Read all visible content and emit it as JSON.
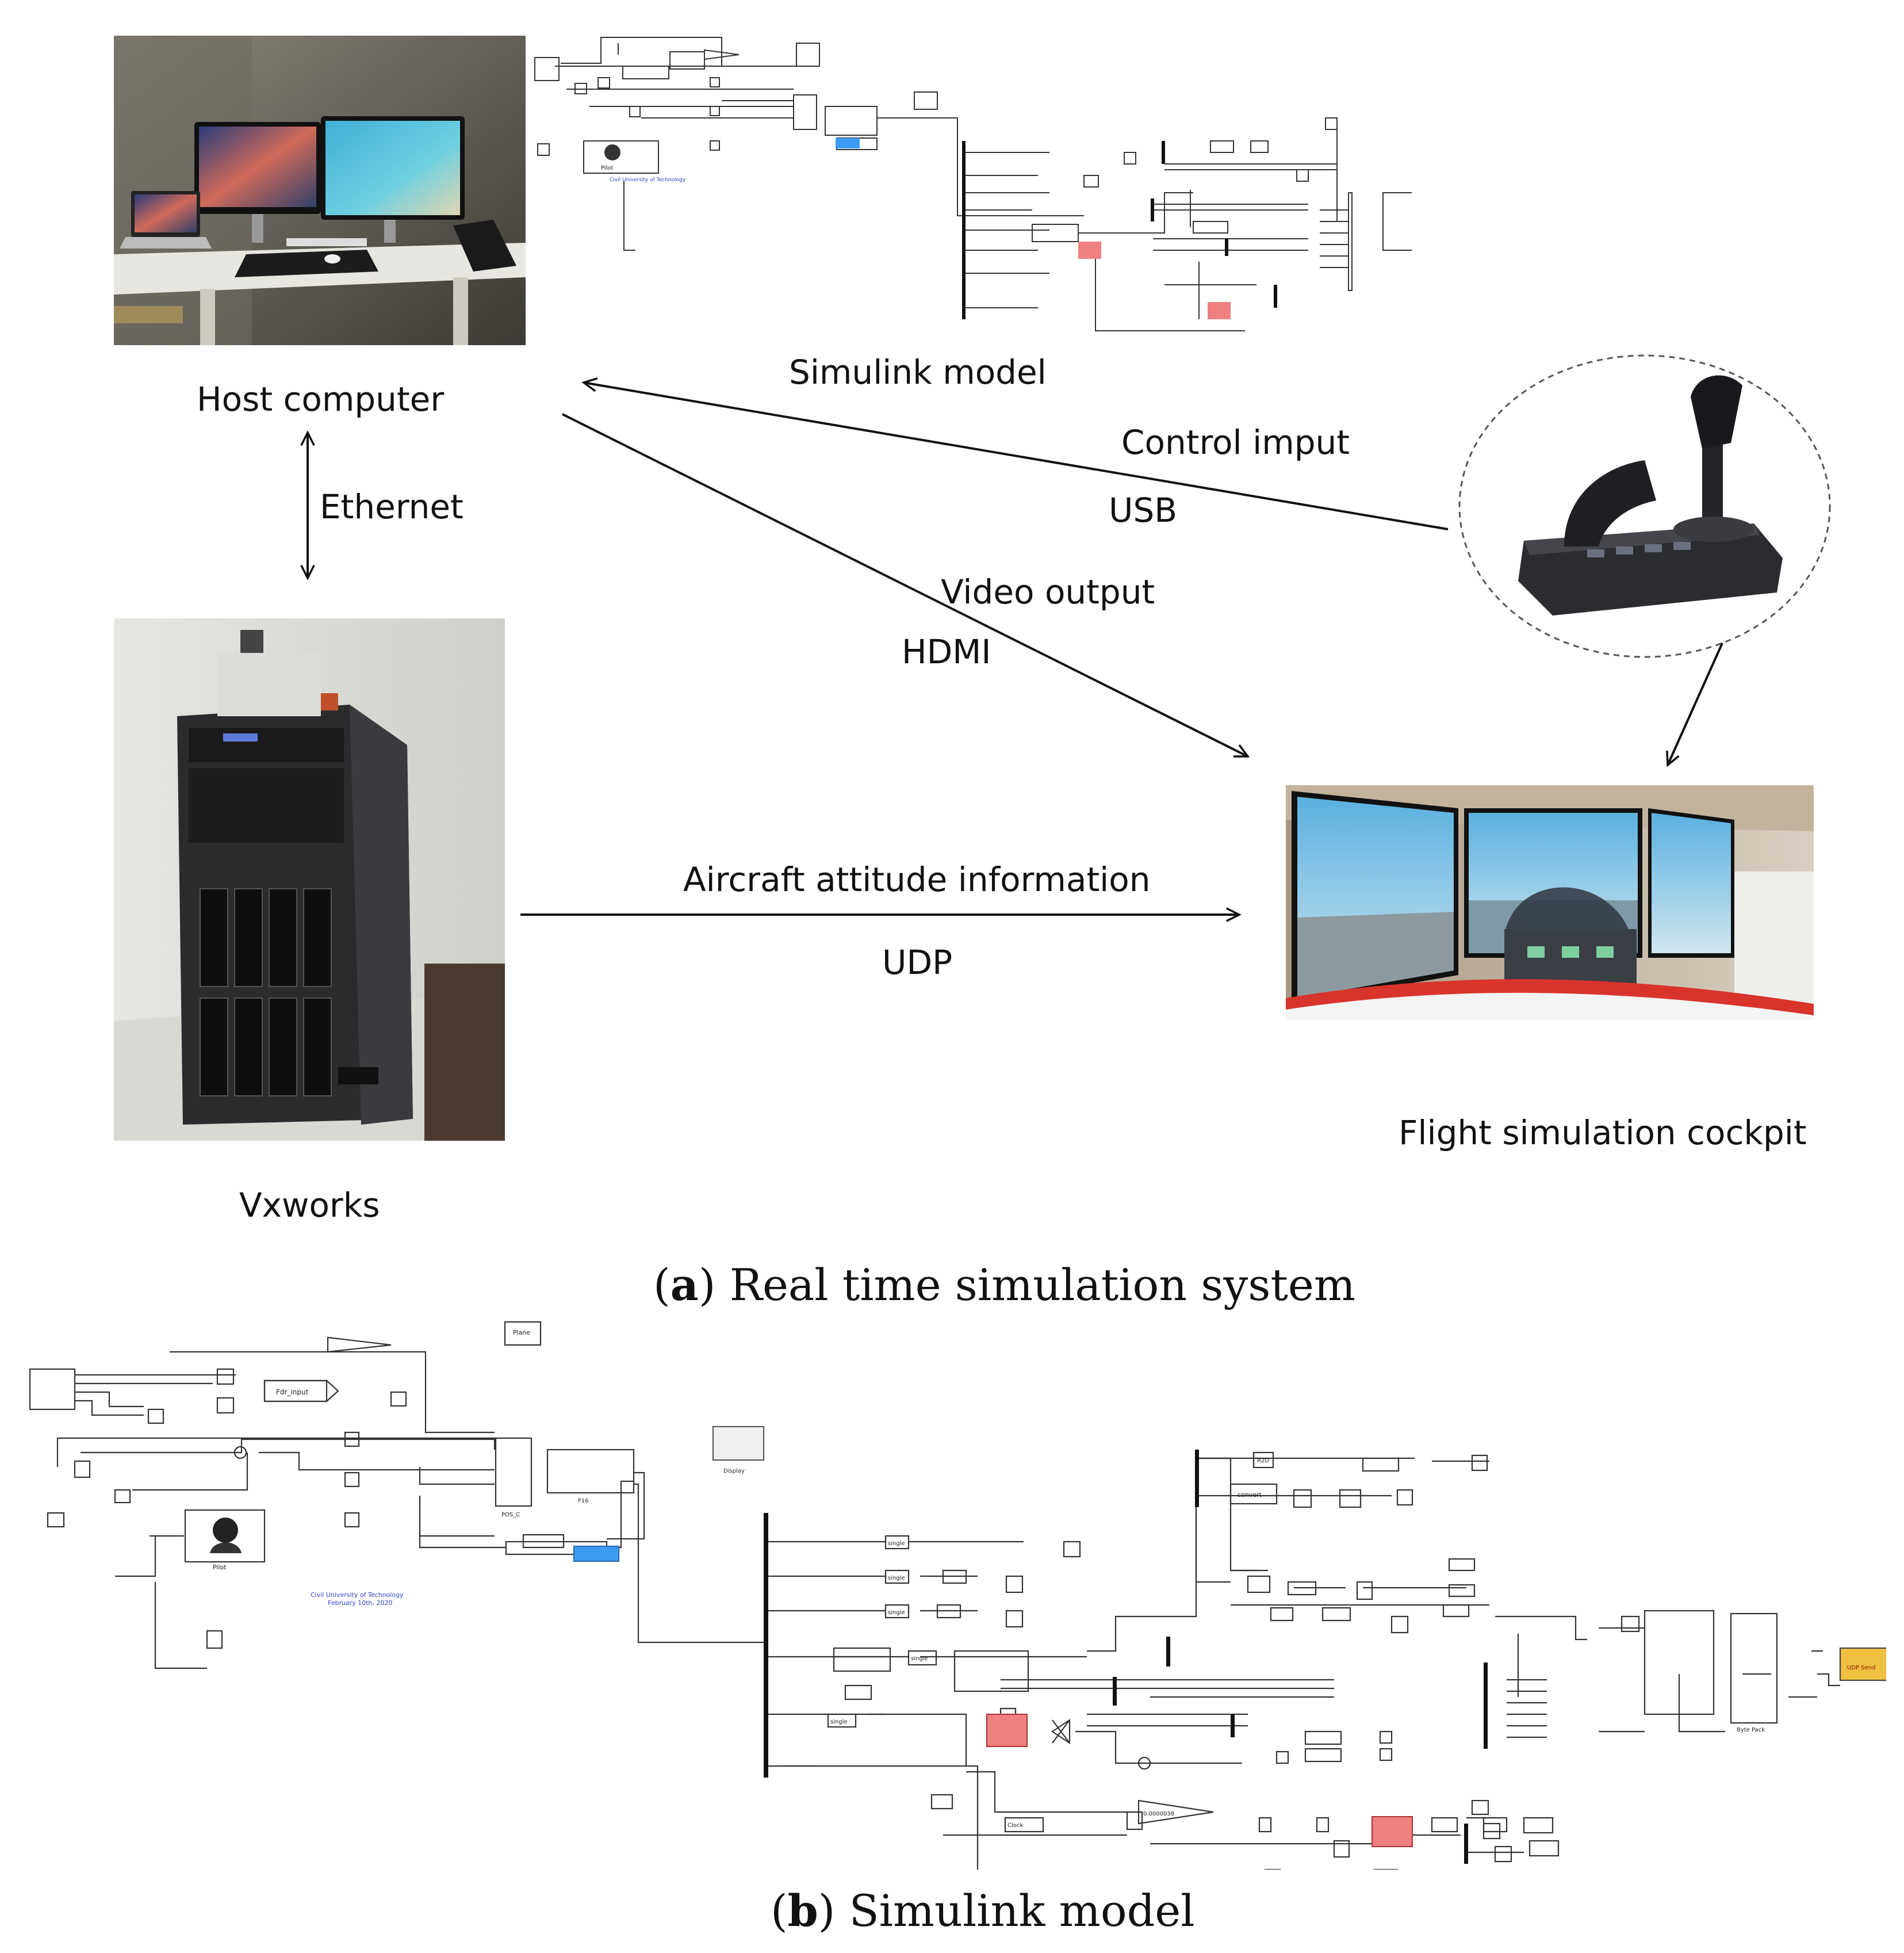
{
  "labels": {
    "host_computer": "Host computer",
    "simulink_model": "Simulink model",
    "ethernet": "Ethernet",
    "control_input": "Control imput",
    "usb": "USB",
    "video_output": "Video output",
    "hdmi": "HDMI",
    "aircraft_attitude": "Aircraft attitude information",
    "udp": "UDP",
    "vxworks": "Vxworks",
    "flight_cockpit": "Flight simulation cockpit"
  },
  "captions": {
    "a_letter": "a",
    "a_text": "Real time simulation system",
    "b_letter": "b",
    "b_text": "Simulink model"
  },
  "simulink": {
    "blocks": {
      "plane": "Plane",
      "fdr_input": "Fdr_input",
      "pos_c": "POS_C",
      "fcs": "F16",
      "pilot": "Pilot",
      "univ": "Civil University of Technology",
      "date": "February 10th, 2020",
      "display": "Display",
      "single1": "single",
      "single2": "single",
      "single3": "single",
      "single4": "single",
      "single5": "single",
      "convert": "convert",
      "r2d": "R2D",
      "udp_send": "UDP Send",
      "byte_pack": "Byte Pack",
      "gain": "0.0000038",
      "clock": "Clock"
    }
  },
  "colors": {
    "line": "#111111",
    "block_red": "#f07f7f",
    "block_blue": "#3d9df2",
    "block_yellow": "#f0c040",
    "photo_frame": "#777777"
  }
}
